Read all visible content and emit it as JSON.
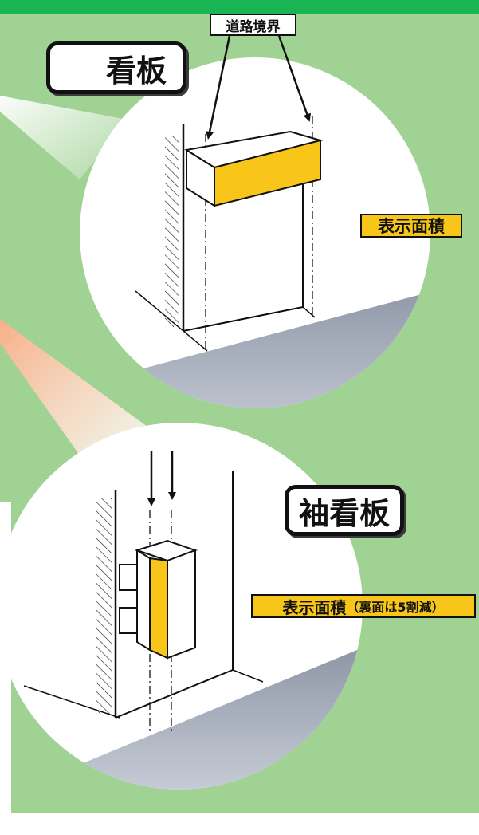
{
  "colors": {
    "background_green": "#a0d294",
    "top_band_green": "#19b454",
    "sign_yellow": "#f7c618",
    "road_gray": "#a7aebb",
    "outline": "#111111"
  },
  "labels": {
    "road_boundary": "道路境界",
    "signboard": "看板",
    "sleeve_signboard": "袖看板",
    "display_area": "表示面積",
    "display_area_with_note": "表示面積",
    "display_area_note": "（裏面は5割減）"
  }
}
